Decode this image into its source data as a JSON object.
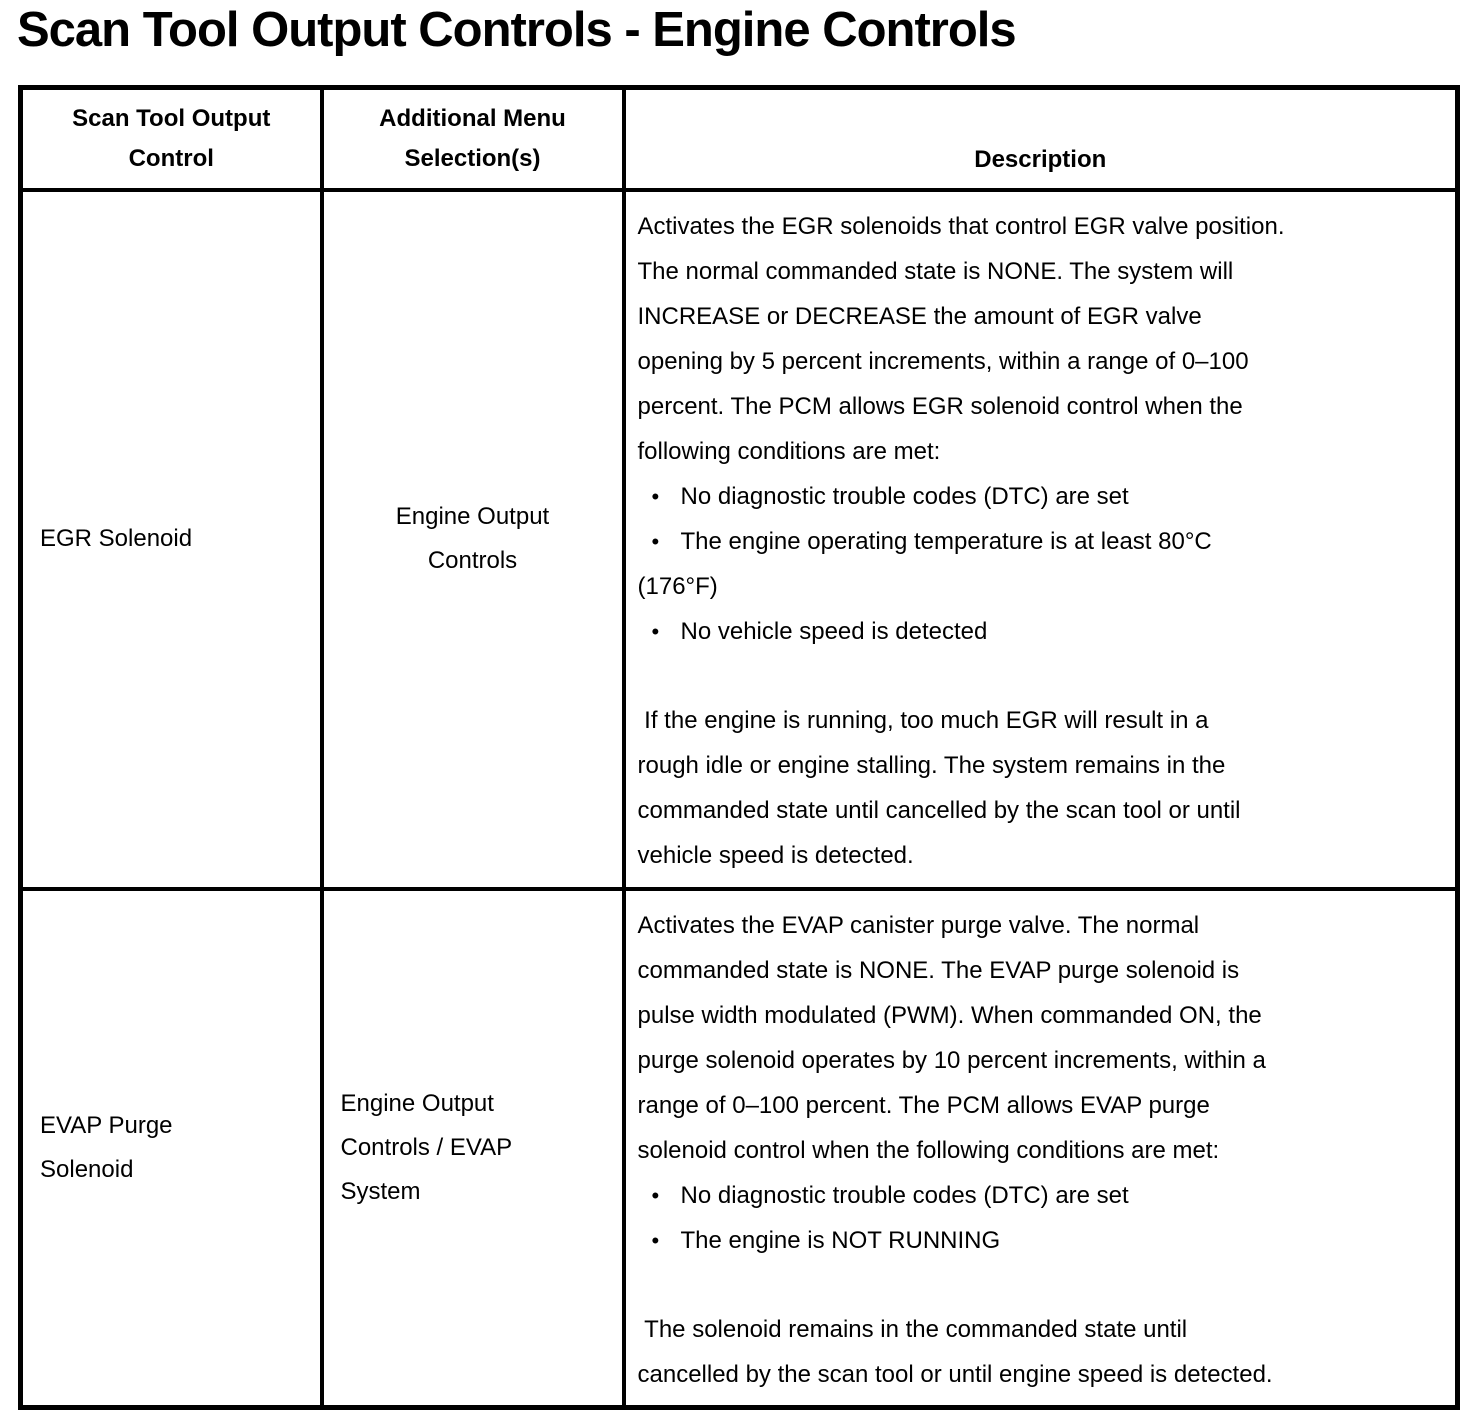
{
  "title": "Scan Tool Output Controls - Engine Controls",
  "colors": {
    "text": "#000000",
    "background": "#ffffff",
    "border": "#000000"
  },
  "icons": {
    "bullet_glyph": "•"
  },
  "table": {
    "headers": [
      {
        "label": [
          "Scan Tool Output",
          "Control"
        ]
      },
      {
        "label": [
          "Additional Menu",
          "Selection(s)"
        ]
      },
      {
        "label": "Description"
      }
    ],
    "rows": [
      {
        "control": "EGR Solenoid",
        "menu": [
          "Engine Output",
          "Controls"
        ],
        "description": {
          "intro_lines": [
            "Activates the EGR solenoids that control EGR valve position.",
            "The normal commanded state is NONE. The system will",
            "INCREASE or DECREASE the amount of EGR valve",
            "opening by 5 percent increments, within a range of 0–100",
            "percent. The PCM allows EGR solenoid control when the",
            "following conditions are met:"
          ],
          "bullets": [
            "No diagnostic trouble codes (DTC) are set",
            "The engine operating temperature is at least 80°C\n(176°F)",
            "No vehicle speed is detected"
          ],
          "outro_lines": [
            " If the engine is running, too much EGR will result in a",
            "rough idle or engine stalling. The system remains in the",
            "commanded state until cancelled by the scan tool or until",
            "vehicle speed is detected."
          ]
        }
      },
      {
        "control": [
          "EVAP Purge",
          "Solenoid"
        ],
        "menu": [
          "Engine Output",
          "Controls / EVAP",
          "System"
        ],
        "description": {
          "intro_lines": [
            "Activates the EVAP canister purge valve. The normal",
            "commanded state is NONE. The EVAP purge solenoid is",
            "pulse width modulated (PWM). When commanded ON, the",
            "purge solenoid operates by 10 percent increments, within a",
            "range of 0–100 percent. The PCM allows EVAP purge",
            "solenoid control when the following conditions are met:"
          ],
          "bullets": [
            "No diagnostic trouble codes (DTC) are set",
            "The engine is NOT RUNNING"
          ],
          "outro_lines": [
            " The solenoid remains in the commanded state until",
            "cancelled by the scan tool or until engine speed is detected."
          ]
        }
      }
    ]
  }
}
